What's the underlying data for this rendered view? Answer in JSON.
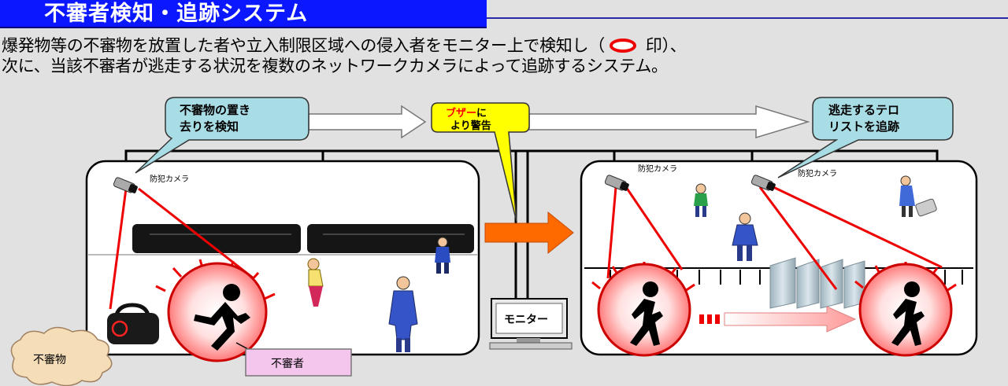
{
  "header": {
    "title": "不審者検知・追跡システム",
    "description_line1": "爆発物等の不審物を放置した者や立入制限区域への侵入者をモニター上で検知し（",
    "marker_text": "印）、",
    "description_line2": "次に、当該不審者が逃走する状況を複数のネットワークカメラによって追跡するシステム。"
  },
  "diagram": {
    "callout_left_line1": "不審物の置き",
    "callout_left_line2": "去りを検知",
    "buzzer_part1": "ブザー",
    "buzzer_part2": "に",
    "buzzer_line2": "より警告",
    "callout_right_line1": "逃走するテロ",
    "callout_right_line2": "リストを追跡",
    "camera_label": "防犯カメラ",
    "monitor_label": "モニター",
    "suspicious_object_label": "不審物",
    "suspicious_person_label": "不審者"
  },
  "colors": {
    "title_bar": "#0b17ff",
    "callout_cyan": "#a9dde6",
    "buzzer_yellow": "#ffff00",
    "buzzer_red": "#ff0000",
    "alert_red": "#ee0000",
    "arrow_orange": "#ff6a00",
    "person_label_pink": "#f4c6ee",
    "cloud_tan": "#f5ddb8"
  }
}
